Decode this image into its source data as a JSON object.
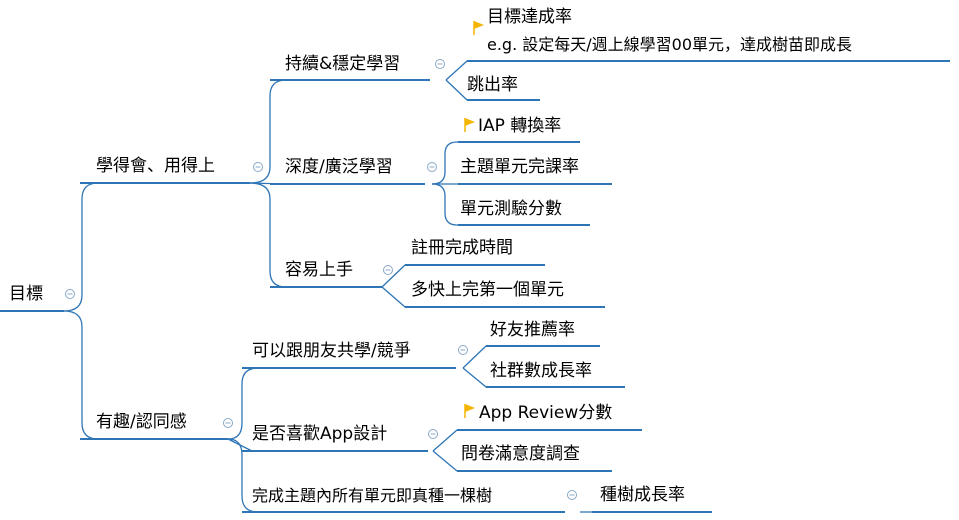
{
  "colors": {
    "line": "#2e75b6",
    "toggle": "#8aa9c9",
    "flag": "#f5b400",
    "text": "#000000"
  },
  "root": {
    "label": "目標"
  },
  "branches": [
    {
      "label": "學得會、用得上",
      "children": [
        {
          "label": "持續&穩定學習",
          "children": [
            {
              "label": "目標達成率",
              "note": "e.g. 設定每天/週上線學習00單元，達成樹苗即成長",
              "flag": true
            },
            {
              "label": "跳出率"
            }
          ]
        },
        {
          "label": "深度/廣泛學習",
          "children": [
            {
              "label": "IAP 轉換率",
              "flag": true
            },
            {
              "label": "主題單元完課率"
            },
            {
              "label": "單元測驗分數"
            }
          ]
        },
        {
          "label": "容易上手",
          "children": [
            {
              "label": "註冊完成時間"
            },
            {
              "label": "多快上完第一個單元"
            }
          ]
        }
      ]
    },
    {
      "label": "有趣/認同感",
      "children": [
        {
          "label": "可以跟朋友共學/競爭",
          "children": [
            {
              "label": "好友推薦率"
            },
            {
              "label": "社群數成長率"
            }
          ]
        },
        {
          "label": "是否喜歡App設計",
          "children": [
            {
              "label": "App Review分數",
              "flag": true
            },
            {
              "label": "問卷滿意度調查"
            }
          ]
        },
        {
          "label": "完成主題內所有單元即真種一棵樹",
          "children": [
            {
              "label": "種樹成長率"
            }
          ]
        }
      ]
    }
  ]
}
